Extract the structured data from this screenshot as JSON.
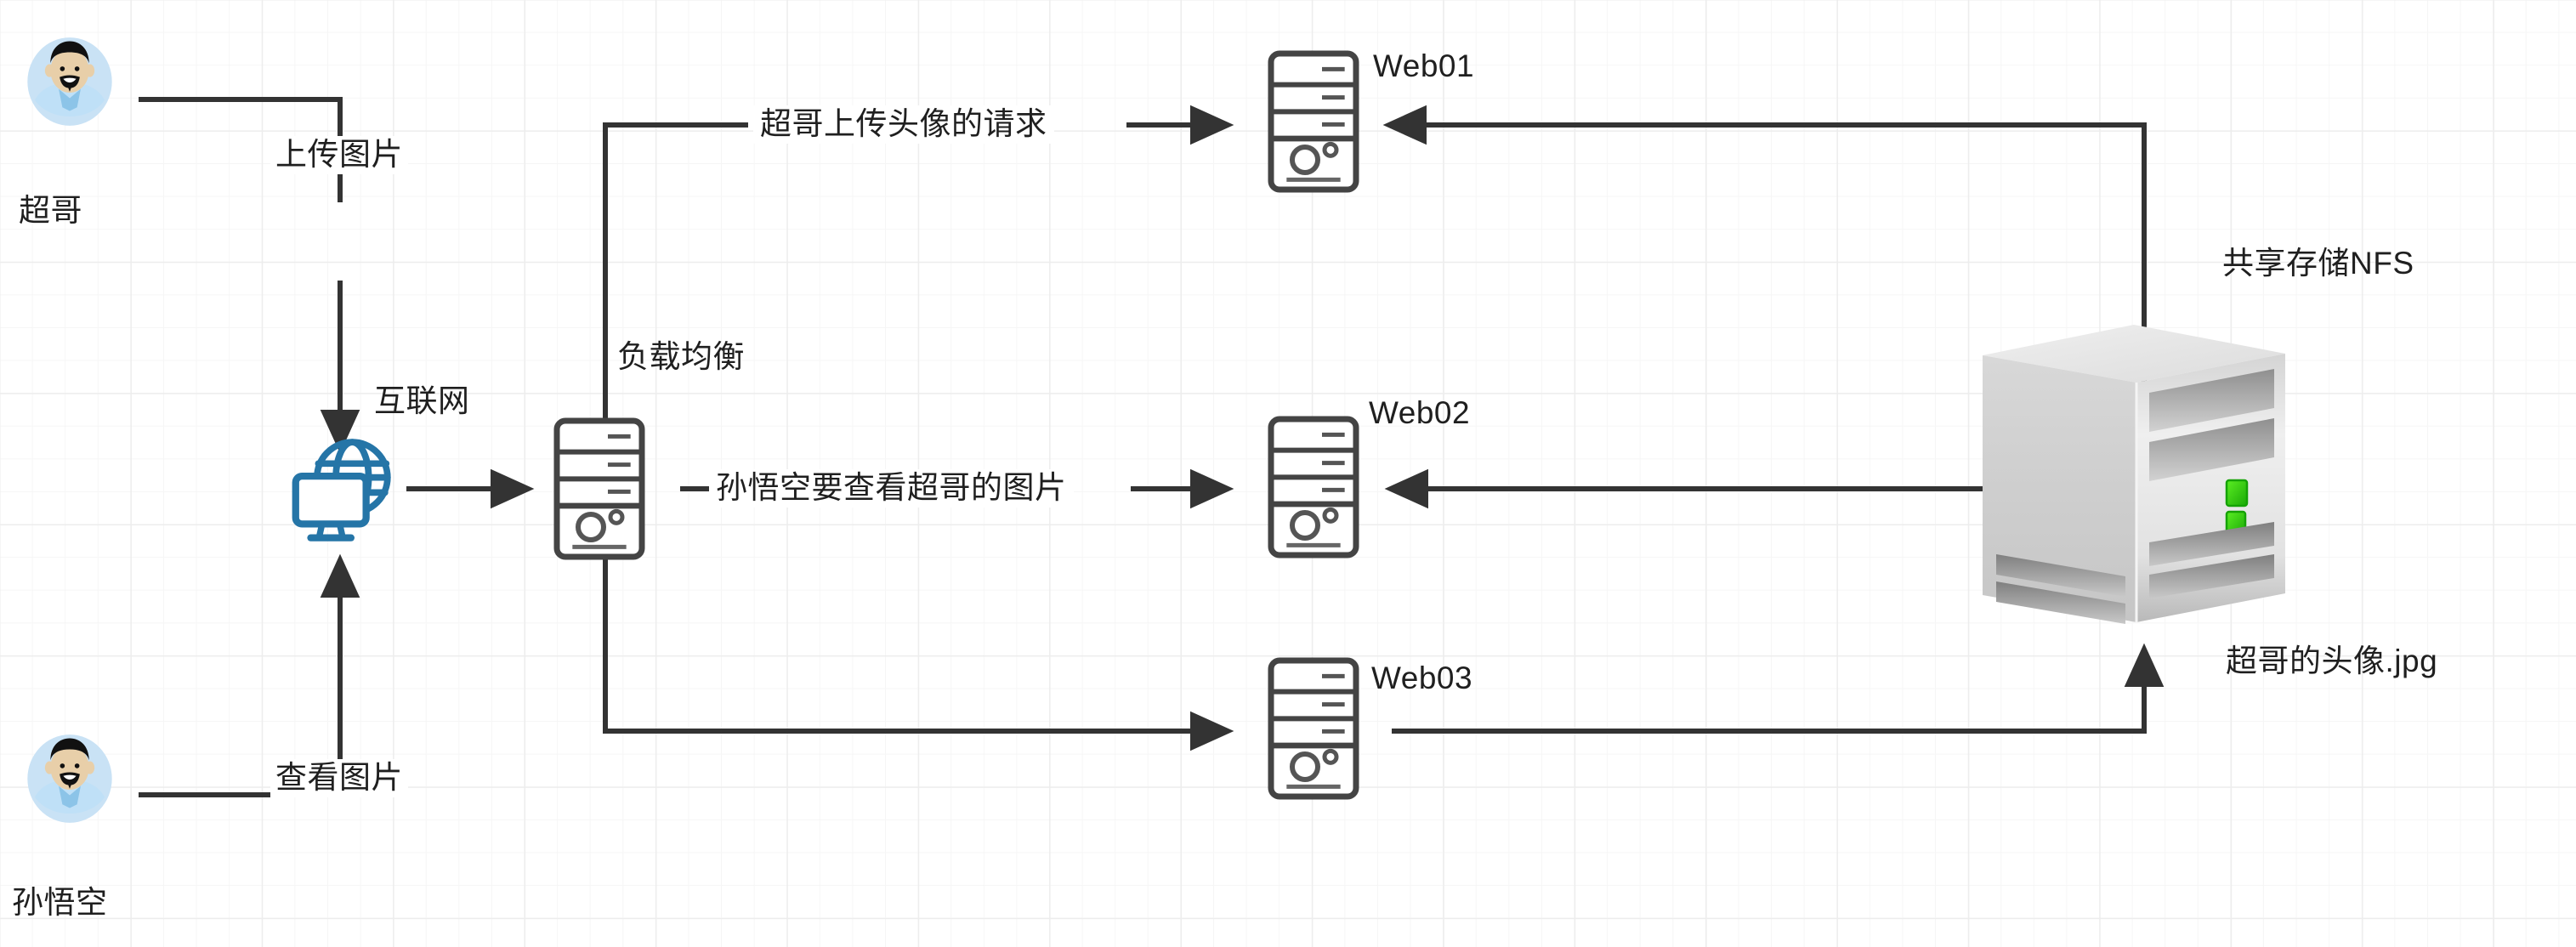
{
  "diagram": {
    "title_hidden": "",
    "colors": {
      "line": "#333333",
      "text": "#1f1f1f",
      "internet_blue": "#2575A7",
      "avatar_bg": "#c9e2f5",
      "avatar_skin": "#e8cfa9",
      "avatar_hair": "#111111",
      "avatar_shirt": "#bfe0f7",
      "avatar_collar": "#8cc4e8",
      "nfs_led": "#33cc11",
      "nfs_body_light": "#f2f2f2",
      "nfs_body_mid": "#cdcdcd",
      "nfs_body_dark": "#9a9a9a",
      "grid": "#ededed",
      "background": "#ffffff"
    },
    "actors": [
      {
        "id": "chaoge",
        "name": "超哥",
        "icon": "person-avatar"
      },
      {
        "id": "wukong",
        "name": "孙悟空",
        "icon": "person-avatar"
      }
    ],
    "nodes": [
      {
        "id": "internet",
        "label": "互联网",
        "icon": "globe-monitor-icon"
      },
      {
        "id": "loadbalancer",
        "label": "负载均衡",
        "icon": "server-tower-icon"
      },
      {
        "id": "web01",
        "label": "Web01",
        "icon": "server-tower-icon"
      },
      {
        "id": "web02",
        "label": "Web02",
        "icon": "server-tower-icon"
      },
      {
        "id": "web03",
        "label": "Web03",
        "icon": "server-tower-icon"
      },
      {
        "id": "nfs",
        "label": "共享存储NFS",
        "icon": "nfs-storage-icon"
      }
    ],
    "edges": [
      {
        "id": "e1",
        "from": "chaoge",
        "to": "internet",
        "label": "上传图片",
        "arrow": "end"
      },
      {
        "id": "e2",
        "from": "wukong",
        "to": "internet",
        "label": "查看图片",
        "arrow": "end"
      },
      {
        "id": "e3",
        "from": "internet",
        "to": "loadbalancer",
        "label": "",
        "arrow": "end"
      },
      {
        "id": "e4",
        "from": "loadbalancer",
        "to": "web01",
        "label": "超哥上传头像的请求",
        "arrow": "end"
      },
      {
        "id": "e5",
        "from": "loadbalancer",
        "to": "web02",
        "label": "孙悟空要查看超哥的图片",
        "arrow": "end"
      },
      {
        "id": "e6",
        "from": "loadbalancer",
        "to": "web03",
        "label": "",
        "arrow": "end"
      },
      {
        "id": "e7",
        "from": "nfs",
        "to": "web01",
        "label": "",
        "arrow": "end"
      },
      {
        "id": "e8",
        "from": "nfs",
        "to": "web02",
        "label": "",
        "arrow": "end"
      },
      {
        "id": "e9",
        "from": "web03",
        "to": "nfs",
        "label": "",
        "arrow": "end"
      }
    ],
    "artifacts": [
      {
        "id": "file",
        "label": "超哥的头像.jpg"
      }
    ]
  }
}
